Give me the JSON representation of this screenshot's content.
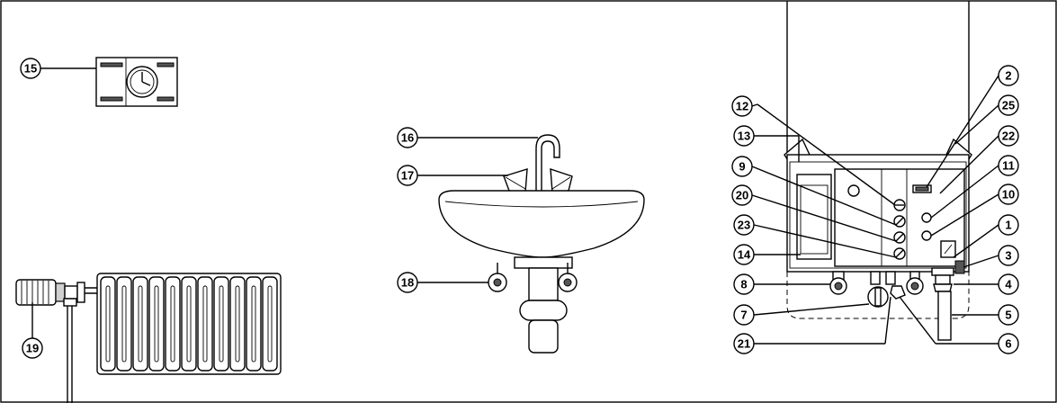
{
  "callouts": {
    "c1": "1",
    "c2": "2",
    "c3": "3",
    "c4": "4",
    "c5": "5",
    "c6": "6",
    "c7": "7",
    "c8": "8",
    "c9": "9",
    "c10": "10",
    "c11": "11",
    "c12": "12",
    "c13": "13",
    "c14": "14",
    "c15": "15",
    "c16": "16",
    "c17": "17",
    "c18": "18",
    "c19": "19",
    "c20": "20",
    "c21": "21",
    "c22": "22",
    "c23": "23",
    "c25": "25"
  },
  "colors": {
    "ink": "#000000",
    "paper": "#ffffff",
    "shade": "#cfcfcf"
  },
  "icons": {
    "timer": "clock-timer-icon",
    "radiator": "radiator-icon",
    "thermostatic_valve": "thermostatic-valve-icon",
    "washbasin": "washbasin-icon",
    "boiler": "wall-boiler-icon"
  }
}
